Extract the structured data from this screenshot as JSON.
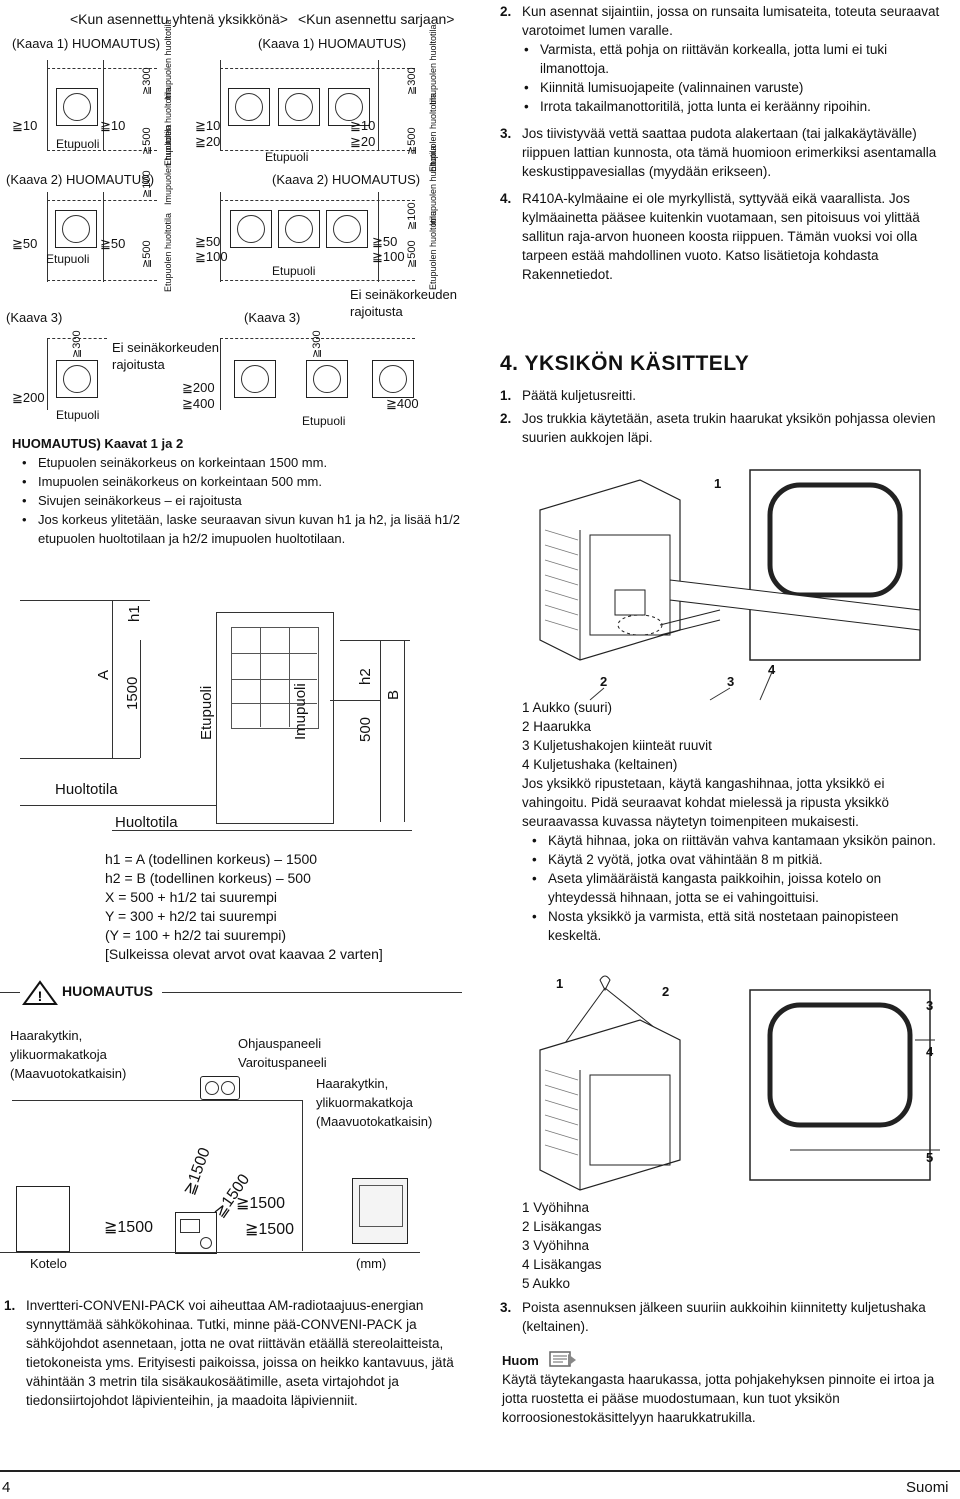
{
  "diagram_top": {
    "left_title": "<Kun asennettu yhtenä yksikkönä>",
    "right_title": "<Kun asennettu sarjaan>",
    "kaava1": "(Kaava 1) HUOMAUTUS)",
    "kaava2": "(Kaava 2) HUOMAUTUS)",
    "kaava3": "(Kaava 3)",
    "etupuoli": "Etupuoli",
    "imupuoli": "Imupuoli",
    "ei_seina1": "Ei seinäkorkeuden",
    "ei_seina2": "rajoitusta",
    "etupuolen_huoltotila": "Etupuolen huoltotila",
    "imupuolen_huoltotila": "Imupuolen huoltotila",
    "dims": {
      "ge10": "≧10",
      "ge20": "≧20",
      "ge50": "≧50",
      "ge100": "≧100",
      "ge200": "≧200",
      "ge300": "≧300",
      "ge400": "≧400",
      "ge500": "≧500"
    }
  },
  "note_block": {
    "heading": "HUOMAUTUS) Kaavat 1 ja 2",
    "items": [
      "Etupuolen seinäkorkeus on korkeintaan 1500 mm.",
      "Imupuolen seinäkorkeus on korkeintaan 500 mm.",
      "Sivujen seinäkorkeus – ei rajoitusta",
      "Jos korkeus ylitetään, laske seuraavan sivun kuvan h1 ja h2, ja lisää h1/2 etupuolen huoltotilaan ja h2/2 imupuolen huoltotilaan."
    ]
  },
  "height_diagram": {
    "h1": "h1",
    "A": "A",
    "v1500": "1500",
    "etupuoli": "Etupuoli",
    "imupuoli": "Imupuoli",
    "h2": "h2",
    "B": "B",
    "v500": "500",
    "huoltotila": "Huoltotila",
    "formulas": [
      "h1 = A (todellinen korkeus) – 1500",
      "h2 = B (todellinen korkeus) – 500",
      "X = 500 + h1/2 tai suurempi",
      "Y = 300 + h2/2 tai suurempi",
      "(Y = 100 + h2/2 tai suurempi)",
      "[Sulkeissa olevat arvot ovat kaavaa 2 varten]"
    ]
  },
  "warning": {
    "label": "HUOMAUTUS",
    "haara1": [
      "Haarakytkin,",
      "ylikuormakatkoja",
      "(Maavuotokatkaisin)"
    ],
    "ohjaus": [
      "Ohjauspaneeli",
      "Varoituspaneeli"
    ],
    "haara2": [
      "Haarakytkin,",
      "ylikuormakatkoja",
      "(Maavuotokatkaisin)"
    ],
    "d1500": "≧1500",
    "kotelo": "Kotelo",
    "mm": "(mm)"
  },
  "left_item1": {
    "num": "1.",
    "text": "Invertteri-CONVENI-PACK voi aiheuttaa AM-radiotaajuus-energian synnyttämää sähkökohinaa. Tutki, minne pää-CONVENI-PACK ja sähköjohdot asennetaan, jotta ne ovat riittävän etäällä stereolaitteista, tietokoneista yms. Erityisesti paikoissa, joissa on heikko kantavuus, jätä vähintään 3 metrin tila sisäkaukosäätimille, aseta virtajohdot ja tiedonsiirtojohdot läpivienteihin, ja maadoita läpivienniit."
  },
  "right_col": {
    "i2_num": "2.",
    "i2_text": "Kun asennat sijaintiin, jossa on runsaita lumisateita, toteuta seuraavat varotoimet lumen varalle.",
    "i2_bullets": [
      "Varmista, että pohja on riittävän korkealla, jotta lumi ei tuki ilmanottoja.",
      "Kiinnitä lumisuojapeite (valinnainen varuste)",
      "Irrota takailmanottoritilä, jotta lunta ei keräänny ripoihin."
    ],
    "i3_num": "3.",
    "i3_text": "Jos tiivistyvää vettä saattaa pudota alakertaan (tai jalkakäytävälle) riippuen lattian kunnosta, ota tämä huomioon erimerkiksi asentamalla keskustippavesiallas (myydään erikseen).",
    "i4_num": "4.",
    "i4_text": "R410A-kylmäaine ei ole myrkyllistä, syttyvää eikä vaarallista. Jos kylmäainetta pääsee kuitenkin vuotamaan, sen pitoisuus voi ylittää sallitun raja-arvon huoneen koosta riippuen. Tämän vuoksi voi olla tarpeen estää mahdollinen vuoto. Katso lisätietoja kohdasta Rakennetiedot.",
    "section": "4.  YKSIKÖN KÄSITTELY",
    "s1_num": "1.",
    "s1_text": "Päätä kuljetusreitti.",
    "s2_num": "2.",
    "s2_text": "Jos trukkia käytetään, aseta trukin haarukat yksikön pohjassa olevien suurien aukkojen läpi.",
    "fig1_callouts": [
      "1",
      "2",
      "3",
      "4"
    ],
    "legend1": [
      "1 Aukko (suuri)",
      "2 Haarukka",
      "3 Kuljetushakojen kiinteät ruuvit",
      "4 Kuljetushaka (keltainen)"
    ],
    "hang_text": "Jos yksikkö ripustetaan, käytä kangashihnaa, jotta yksikkö ei vahingoitu. Pidä seuraavat kohdat mielessä ja ripusta yksikkö seuraavassa kuvassa näytetyn toimenpiteen mukaisesti.",
    "hang_bullets": [
      "Käytä hihnaa, joka on riittävän vahva kantamaan yksikön painon.",
      "Käytä 2 vyötä, jotka ovat vähintään 8 m pitkiä.",
      "Aseta ylimääräistä kangasta paikkoihin, joissa kotelo on yhteydessä hihnaan, jotta se ei vahingoittuisi.",
      "Nosta yksikkö ja varmista, että sitä nostetaan painopisteen keskeltä."
    ],
    "fig2_callouts": [
      "1",
      "2",
      "3",
      "4",
      "5"
    ],
    "legend2": [
      "1 Vyöhihna",
      "2 Lisäkangas",
      "3 Vyöhihna",
      "4 Lisäkangas",
      "5 Aukko"
    ],
    "s3_num": "3.",
    "s3_text": "Poista asennuksen jälkeen suuriin aukkoihin kiinnitetty kuljetushaka (keltainen).",
    "huom": "Huom",
    "huom_text": "Käytä täytekangasta haarukassa, jotta pohjakehyksen pinnoite ei irtoa ja jotta ruostetta ei pääse muodostumaan, kun tuot yksikön korroosionestokäsittelyyn haarukkatrukilla."
  },
  "footer": {
    "page": "4",
    "lang": "Suomi"
  }
}
